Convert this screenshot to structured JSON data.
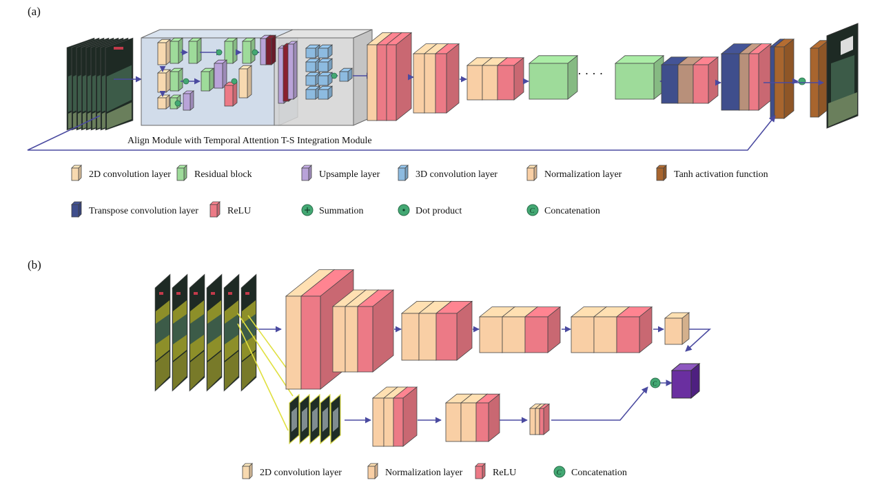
{
  "panel_a_label": "(a)",
  "panel_b_label": "(b)",
  "module_caption": "Align Module with Temporal Attention T-S Integration Module",
  "ellipsis": "· · · ·",
  "legend_a_row1": [
    {
      "label": "2D convolution layer",
      "swatch": "#F7D9B0",
      "icon": "cube-icon"
    },
    {
      "label": "Residual block",
      "swatch": "#9EDB9A",
      "icon": "cube-icon"
    },
    {
      "label": "Upsample layer",
      "swatch": "#B9A3D9",
      "icon": "cube-icon"
    },
    {
      "label": "3D convolution layer",
      "swatch": "#8DBBE0",
      "icon": "cube-icon"
    },
    {
      "label": "Normalization layer",
      "swatch": "#F9CFA5",
      "icon": "cube-icon"
    },
    {
      "label": "Tanh activation function",
      "swatch": "#A8652E",
      "icon": "cube-icon"
    }
  ],
  "legend_a_row2": [
    {
      "label": "Transpose convolution layer",
      "swatch": "#3F4E8C",
      "icon": "cube-icon"
    },
    {
      "label": "ReLU",
      "swatch": "#EC7A86",
      "icon": "cube-icon"
    },
    {
      "label": "Summation",
      "swatch": "#43A873",
      "icon": "summation-icon"
    },
    {
      "label": "Dot product",
      "swatch": "#43A873",
      "icon": "dot-product-icon"
    },
    {
      "label": "Concatenation",
      "swatch": "#43A873",
      "icon": "concatenation-icon"
    }
  ],
  "legend_b": [
    {
      "label": "2D convolution layer",
      "swatch": "#F7D9B0",
      "icon": "cube-icon"
    },
    {
      "label": "Normalization layer",
      "swatch": "#F9CFA5",
      "icon": "cube-icon"
    },
    {
      "label": "ReLU",
      "swatch": "#EC7A86",
      "icon": "cube-icon"
    },
    {
      "label": "Concatenation",
      "swatch": "#43A873",
      "icon": "concatenation-icon"
    }
  ],
  "colors": {
    "conv2d": "#F7D9B0",
    "norm": "#F9CFA5",
    "relu": "#EC7A86",
    "residual": "#9EDB9A",
    "upsample": "#B9A3D9",
    "conv3d": "#8DBBE0",
    "transpose": "#3F4E8C",
    "tanh": "#A8652E",
    "operator": "#43A873",
    "arrow": "#4A4AA0",
    "module_box": "#C9D6E6",
    "ts_box": "#D3D3D3",
    "output_block": "#6A2FA0"
  }
}
